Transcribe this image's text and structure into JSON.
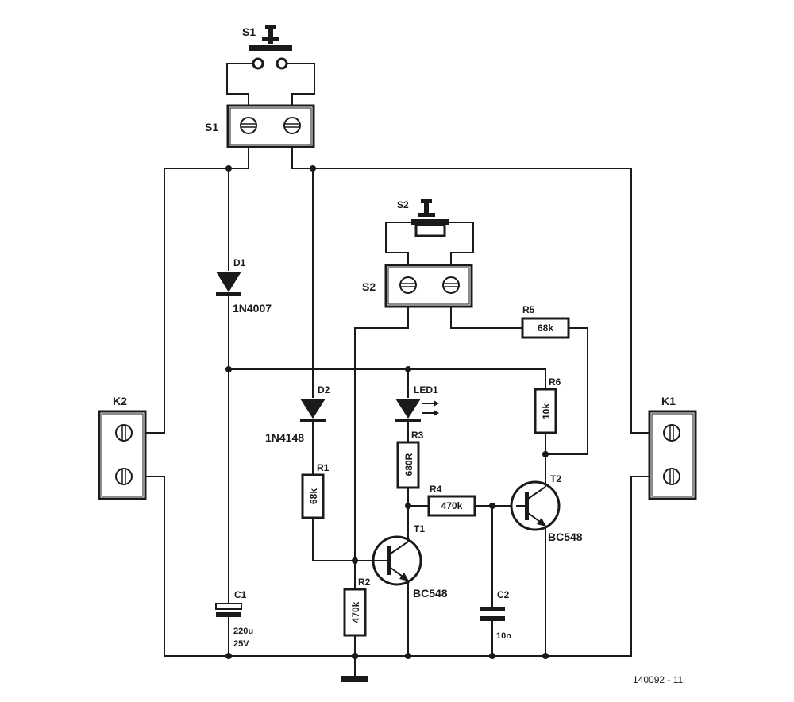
{
  "labels": {
    "s1": "S1",
    "s1_block": "S1",
    "s2": "S2",
    "s2_block": "S2",
    "k1": "K1",
    "k2": "K2",
    "d1": "D1",
    "d1_type": "1N4007",
    "d2": "D2",
    "d2_type": "1N4148",
    "led1": "LED1",
    "r1": "R1",
    "r1_value": "68k",
    "r2": "R2",
    "r2_value": "470k",
    "r3": "R3",
    "r3_value": "680R",
    "r4": "R4",
    "r4_value": "470k",
    "r5": "R5",
    "r5_value": "68k",
    "r6": "R6",
    "r6_value": "10k",
    "c1": "C1",
    "c1_value_1": "220u",
    "c1_value_2": "25V",
    "c2": "C2",
    "c2_value": "10n",
    "t1": "T1",
    "t1_type": "BC548",
    "t2": "T2",
    "t2_type": "BC548"
  },
  "figure_code": "140092 - 11"
}
